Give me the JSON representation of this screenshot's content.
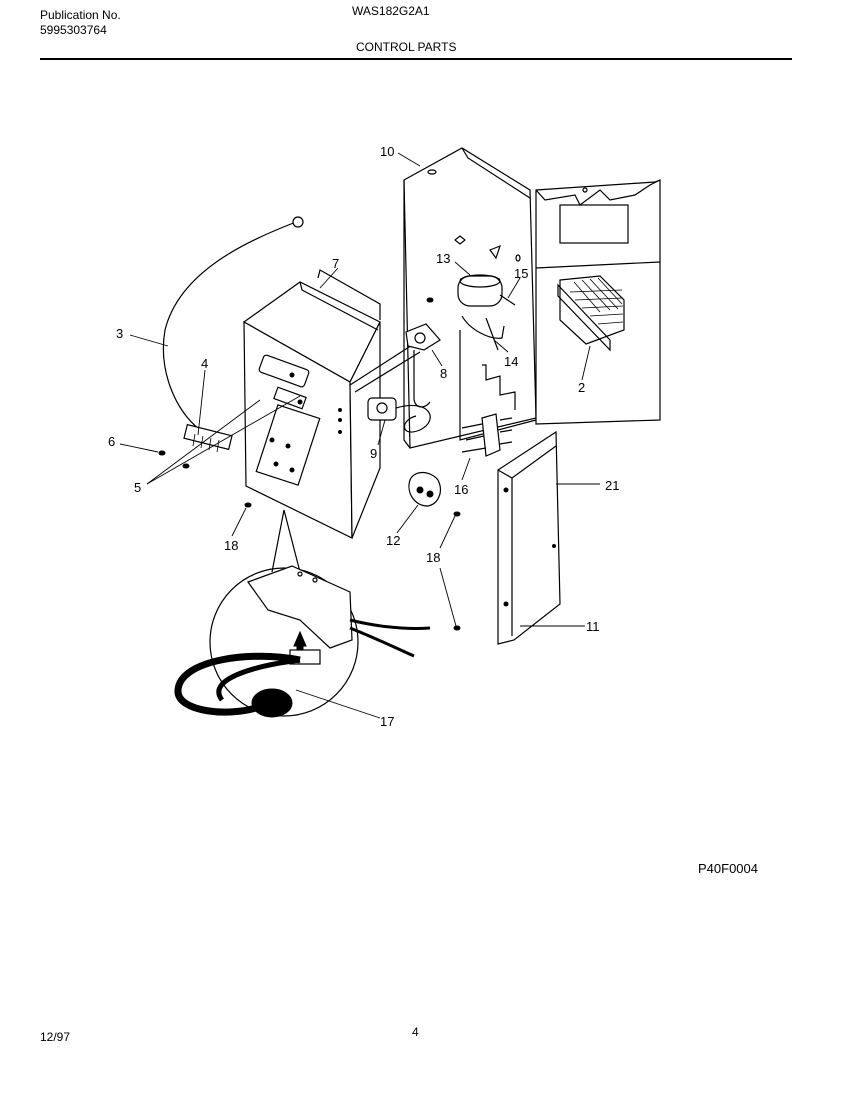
{
  "header": {
    "publication_label": "Publication No.",
    "publication_number": "5995303764",
    "model": "WAS182G2A1",
    "section_title": "CONTROL PARTS"
  },
  "diagram": {
    "drawing_code": "P40F0004",
    "callouts": [
      "10",
      "13",
      "15",
      "7",
      "3",
      "2",
      "4",
      "8",
      "14",
      "6",
      "9",
      "5",
      "16",
      "21",
      "12",
      "18",
      "18",
      "17",
      "11"
    ]
  },
  "footer": {
    "date": "12/97",
    "page_number": "4"
  }
}
